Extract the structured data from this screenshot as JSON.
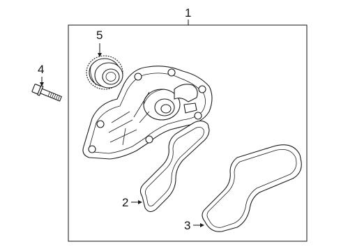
{
  "diagram": {
    "callouts": [
      {
        "id": "1",
        "label": "1"
      },
      {
        "id": "2",
        "label": "2"
      },
      {
        "id": "3",
        "label": "3"
      },
      {
        "id": "4",
        "label": "4"
      },
      {
        "id": "5",
        "label": "5"
      }
    ],
    "parts": [
      {
        "callout": "1",
        "icon": "water-pump-assembly"
      },
      {
        "callout": "2",
        "icon": "inner-gasket"
      },
      {
        "callout": "3",
        "icon": "outer-gasket"
      },
      {
        "callout": "4",
        "icon": "bolt"
      },
      {
        "callout": "5",
        "icon": "sprocket-pulley"
      }
    ],
    "line_color": "#111111",
    "background": "#ffffff"
  }
}
